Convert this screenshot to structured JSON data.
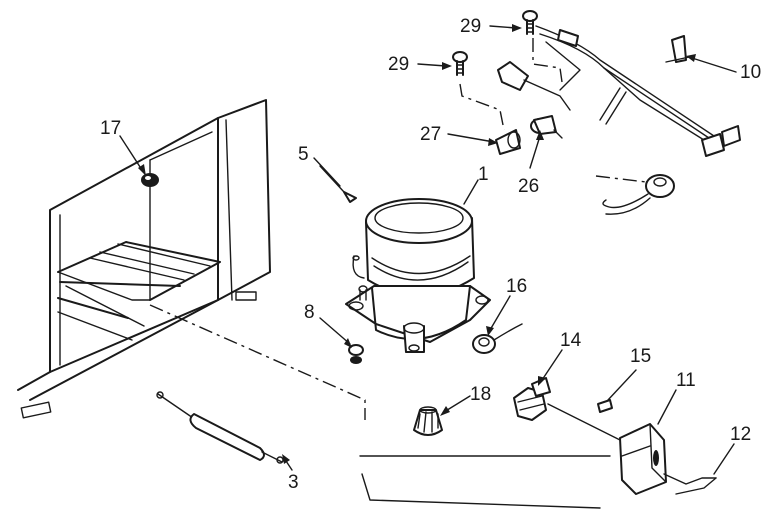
{
  "callouts": {
    "c1": "1",
    "c3": "3",
    "c5": "5",
    "c8": "8",
    "c10": "10",
    "c11": "11",
    "c12": "12",
    "c14": "14",
    "c15": "15",
    "c16": "16",
    "c17": "17",
    "c18": "18",
    "c26": "26",
    "c27": "27",
    "c29a": "29",
    "c29b": "29"
  }
}
